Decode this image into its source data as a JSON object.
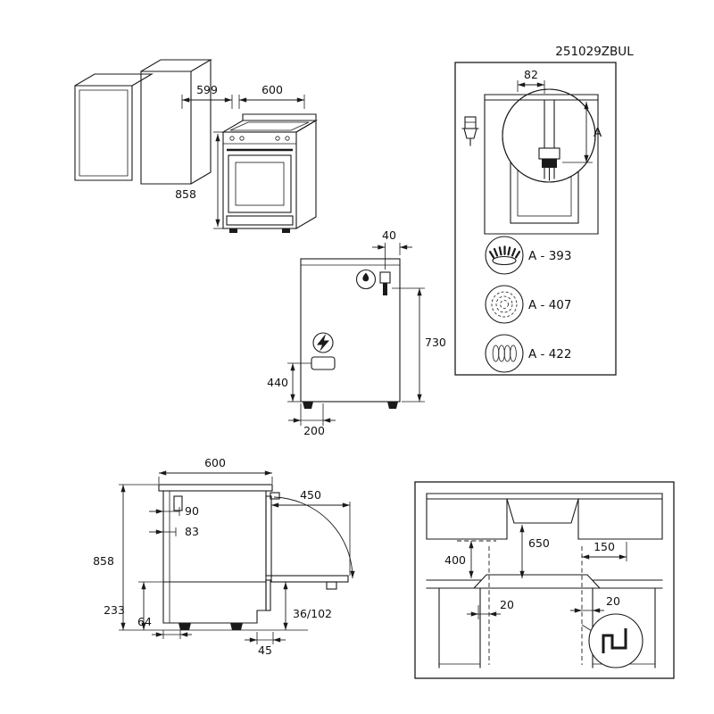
{
  "product_code": "251029ZBUL",
  "niche_view": {
    "top_width": "599",
    "width": "600",
    "height": "858"
  },
  "rear_view": {
    "gas_offset": "40",
    "gas_height": "730",
    "mains_height": "440",
    "mains_offset": "200"
  },
  "gas_panel": {
    "pipe_offset": "82",
    "dim_letter": "A",
    "options": [
      {
        "icon": "gas-hob-icon",
        "label": "A - 393"
      },
      {
        "icon": "radiant-hob-icon",
        "label": "A - 407"
      },
      {
        "icon": "induction-hob-icon",
        "label": "A - 422"
      }
    ]
  },
  "side_view": {
    "depth": "600",
    "door_open": "450",
    "rear_top_offset": "90",
    "rear_offset": "83",
    "height": "858",
    "base_height": "233",
    "foot_inset": "64",
    "plinth_depths": "36/102",
    "toe_gap": "45"
  },
  "install_view": {
    "hood_clearance": "650",
    "left_clearance": "400",
    "right_clearance": "150",
    "gap_left": "20",
    "gap_right": "20"
  }
}
